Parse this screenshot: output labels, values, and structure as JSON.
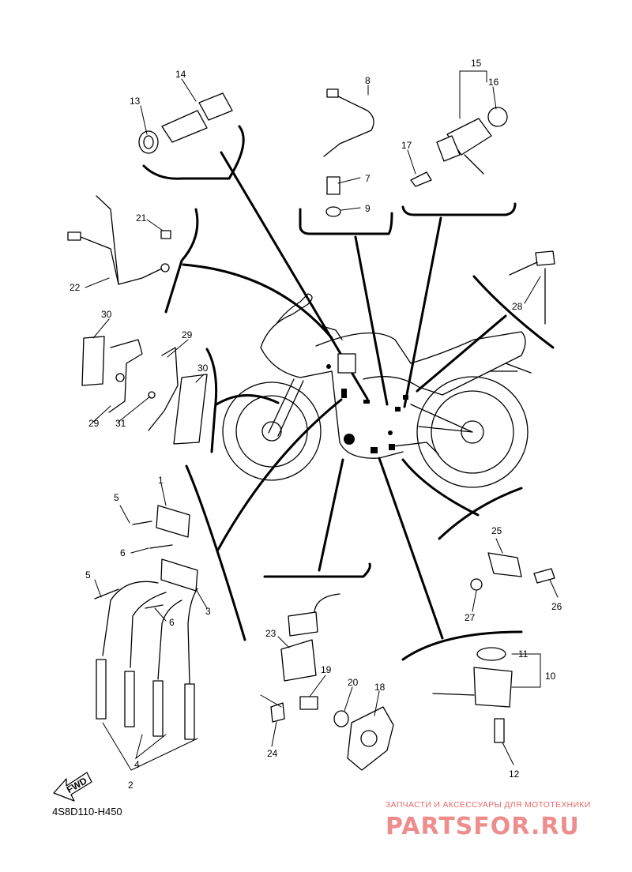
{
  "diagram": {
    "part_code": "4S8D110-H450",
    "fwd_label": "FWD",
    "labels": {
      "p1": "1",
      "p2": "2",
      "p3": "3",
      "p4": "4",
      "p5a": "5",
      "p5b": "5",
      "p6a": "6",
      "p6b": "6",
      "p7": "7",
      "p8": "8",
      "p9": "9",
      "p10": "10",
      "p11": "11",
      "p12": "12",
      "p13": "13",
      "p14": "14",
      "p15": "15",
      "p16": "16",
      "p17": "17",
      "p18": "18",
      "p19": "19",
      "p20": "20",
      "p21": "21",
      "p22": "22",
      "p23": "23",
      "p24": "24",
      "p25": "25",
      "p26": "26",
      "p27": "27",
      "p28": "28",
      "p29a": "29",
      "p29b": "29",
      "p30a": "30",
      "p30b": "30",
      "p31": "31"
    }
  },
  "watermark": {
    "subtitle": "ЗАПЧАСТИ И АКСЕССУАРЫ ДЛЯ МОТОТЕХНИКИ",
    "site": "PARTSFOR.RU"
  }
}
